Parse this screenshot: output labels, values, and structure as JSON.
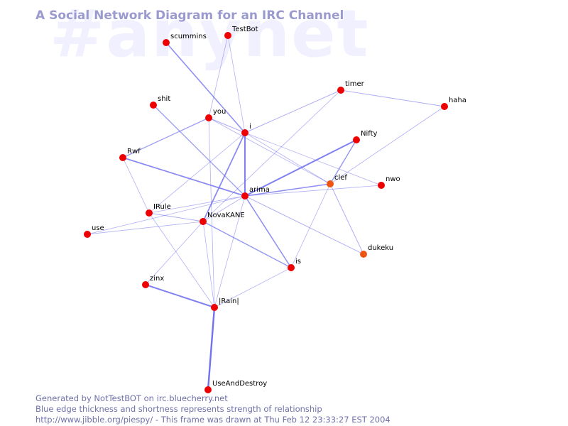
{
  "title": "A Social Network Diagram for an IRC Channel",
  "watermark": "#anynet",
  "footer": {
    "line1": "Generated by NotTestBOT on irc.bluecherry.net",
    "line2": "Blue edge thickness and shortness represents strength of relationship",
    "line3": "http://www.jibble.org/piespy/ - This frame was drawn at Thu Feb 12 23:33:27 EST 2004"
  },
  "colors": {
    "edge": "#6a6aee",
    "node_default": "#ee0000",
    "node_orange": "#ee5511"
  },
  "nodes": [
    {
      "id": "TestBot",
      "label": "TestBot"
    },
    {
      "id": "scummins",
      "label": "scummins"
    },
    {
      "id": "timer",
      "label": "timer"
    },
    {
      "id": "haha",
      "label": "haha"
    },
    {
      "id": "shit",
      "label": "shit"
    },
    {
      "id": "you",
      "label": "you"
    },
    {
      "id": "i",
      "label": "i"
    },
    {
      "id": "Nifty",
      "label": "Nifty"
    },
    {
      "id": "Rwf",
      "label": "Rwf"
    },
    {
      "id": "clef",
      "label": "clef",
      "color": "orange"
    },
    {
      "id": "nwo",
      "label": "nwo"
    },
    {
      "id": "arima",
      "label": "arima"
    },
    {
      "id": "IRule",
      "label": "IRule"
    },
    {
      "id": "NovaKANE",
      "label": "NovaKANE"
    },
    {
      "id": "use",
      "label": "use"
    },
    {
      "id": "dukeku",
      "label": "dukeku",
      "color": "orange"
    },
    {
      "id": "is",
      "label": "is"
    },
    {
      "id": "zinx",
      "label": "zinx"
    },
    {
      "id": "Rain",
      "label": "|Rain|"
    },
    {
      "id": "UseAndDestroy",
      "label": "UseAndDestroy"
    }
  ],
  "edges": [
    {
      "a": "Rain",
      "b": "UseAndDestroy",
      "strength": 3
    },
    {
      "a": "zinx",
      "b": "Rain",
      "strength": 2.5
    },
    {
      "a": "arima",
      "b": "Nifty",
      "strength": 2.5
    },
    {
      "a": "i",
      "b": "arima",
      "strength": 2.5
    },
    {
      "a": "i",
      "b": "NovaKANE",
      "strength": 2.2
    },
    {
      "a": "Rwf",
      "b": "arima",
      "strength": 2.2
    },
    {
      "a": "arima",
      "b": "is",
      "strength": 2
    },
    {
      "a": "arima",
      "b": "clef",
      "strength": 2
    },
    {
      "a": "scummins",
      "b": "i",
      "strength": 2
    },
    {
      "a": "NovaKANE",
      "b": "is",
      "strength": 1.8
    },
    {
      "a": "Nifty",
      "b": "clef",
      "strength": 1.8
    },
    {
      "a": "you",
      "b": "Rwf",
      "strength": 1.6
    },
    {
      "a": "shit",
      "b": "arima",
      "strength": 1.6
    },
    {
      "a": "you",
      "b": "i",
      "strength": 1.2
    },
    {
      "a": "i",
      "b": "timer",
      "strength": 1.2
    },
    {
      "a": "timer",
      "b": "haha",
      "strength": 1.2
    },
    {
      "a": "IRule",
      "b": "NovaKANE",
      "strength": 1.2
    },
    {
      "a": "clef",
      "b": "dukeku",
      "strength": 1.2
    },
    {
      "a": "arima",
      "b": "dukeku",
      "strength": 1.2
    },
    {
      "a": "TestBot",
      "b": "i",
      "strength": 1
    },
    {
      "a": "TestBot",
      "b": "you",
      "strength": 1
    },
    {
      "a": "i",
      "b": "IRule",
      "strength": 1
    },
    {
      "a": "i",
      "b": "clef",
      "strength": 1
    },
    {
      "a": "i",
      "b": "nwo",
      "strength": 1
    },
    {
      "a": "Rwf",
      "b": "IRule",
      "strength": 1
    },
    {
      "a": "IRule",
      "b": "Rain",
      "strength": 1
    },
    {
      "a": "you",
      "b": "Rain",
      "strength": 1
    },
    {
      "a": "NovaKANE",
      "b": "Rain",
      "strength": 1
    },
    {
      "a": "NovaKANE",
      "b": "zinx",
      "strength": 1
    },
    {
      "a": "use",
      "b": "NovaKANE",
      "strength": 1
    },
    {
      "a": "use",
      "b": "arima",
      "strength": 1
    },
    {
      "a": "Rain",
      "b": "arima",
      "strength": 1
    },
    {
      "a": "Rain",
      "b": "is",
      "strength": 1
    },
    {
      "a": "is",
      "b": "clef",
      "strength": 1
    },
    {
      "a": "arima",
      "b": "nwo",
      "strength": 1
    },
    {
      "a": "NovaKANE",
      "b": "timer",
      "strength": 1
    },
    {
      "a": "clef",
      "b": "haha",
      "strength": 1
    },
    {
      "a": "NovaKANE",
      "b": "arima",
      "strength": 1
    },
    {
      "a": "you",
      "b": "clef",
      "strength": 1
    },
    {
      "a": "IRule",
      "b": "arima",
      "strength": 1
    }
  ]
}
